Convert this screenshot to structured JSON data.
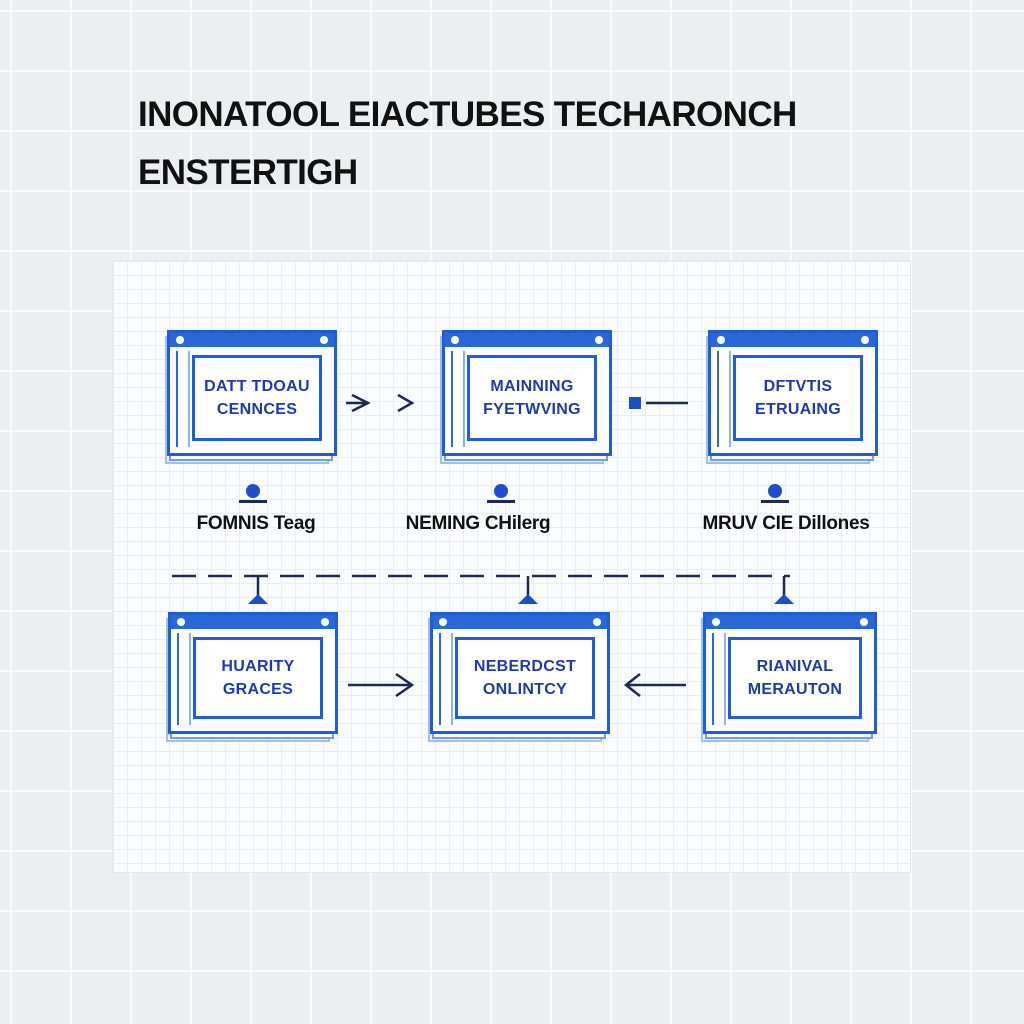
{
  "title": {
    "line1": "INONATOOL EIACTUBES TECHARONCH",
    "line2": "ENSTERTIGH"
  },
  "colors": {
    "accent": "#1f5fd6",
    "text_dark": "#111111",
    "box_text": "#1e3aa8",
    "background": "#eceeef"
  },
  "windows": [
    {
      "line1": "DATT TDOAU",
      "line2": "CENNCES"
    },
    {
      "line1": "MAINNING",
      "line2": "FYETWVING"
    },
    {
      "line1": "DFTVTIS",
      "line2": "ETRUAING"
    },
    {
      "line1": "HUARITY",
      "line2": "GRACES"
    },
    {
      "line1": "NEBERDCST",
      "line2": "ONLINTCY"
    },
    {
      "line1": "RIANIVAL",
      "line2": "MERAUTON"
    }
  ],
  "node_labels": [
    "FOMNIS Teag",
    "NEMING CHilerg",
    "MRUV CIE Dillones"
  ]
}
